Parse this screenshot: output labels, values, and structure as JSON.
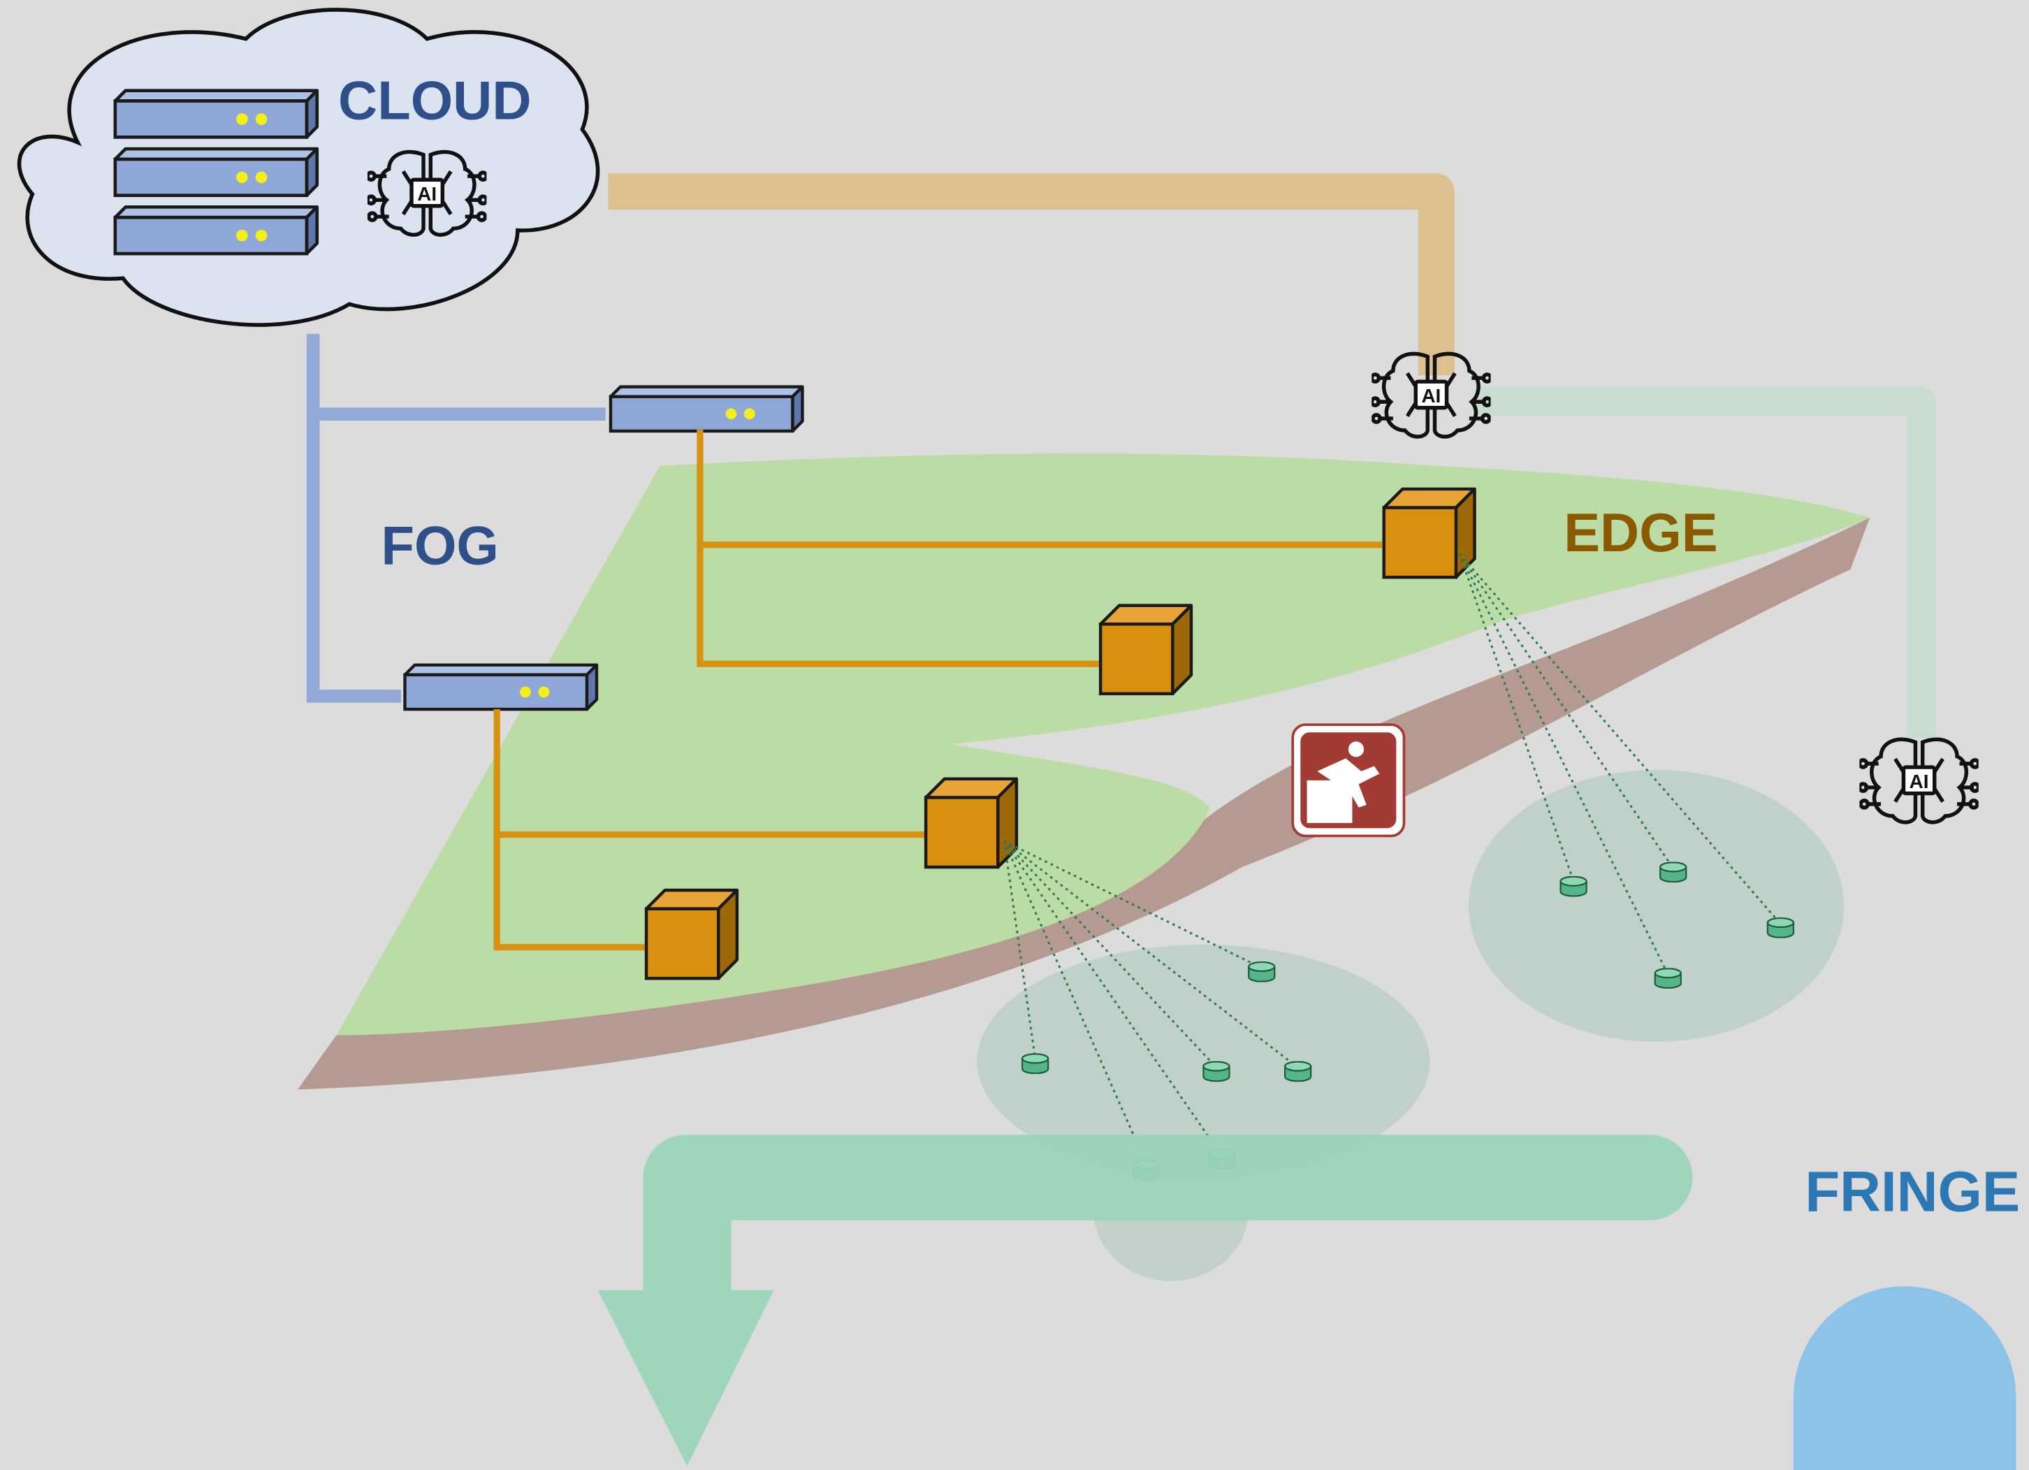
{
  "labels": {
    "cloud": "CLOUD",
    "fog": "FOG",
    "edge": "EDGE",
    "fringe": "FRINGE",
    "ai": "AI"
  },
  "colors": {
    "background": "#dcdcdc",
    "cloud_fill": "#dbe3f1",
    "cloud_label": "#2f4f8a",
    "fog_label": "#2f4f8a",
    "edge_label": "#8b5a00",
    "fringe_label": "#2b78b5",
    "server": "#8fa7d6",
    "server_led": "#f4ee1a",
    "fog_link": "#93aad8",
    "edge_link": "#d79212",
    "edge_box": "#d8900e",
    "upper_pipe": "#dcbd8b",
    "right_pipe": "#c6dccd",
    "fringe_arrow": "#9bd4b8",
    "ground": "#bcdca5",
    "soil": "#b59a92",
    "sensor": "#55b488",
    "hazard_icon": "#a33b35",
    "drop_shape": "#8ec3e8"
  },
  "icons": {
    "ai_brain": "ai-brain-icon",
    "hazard": "fall-hazard-icon",
    "server": "server-icon",
    "edge_device": "edge-device-icon",
    "sensor": "sensor-icon"
  }
}
